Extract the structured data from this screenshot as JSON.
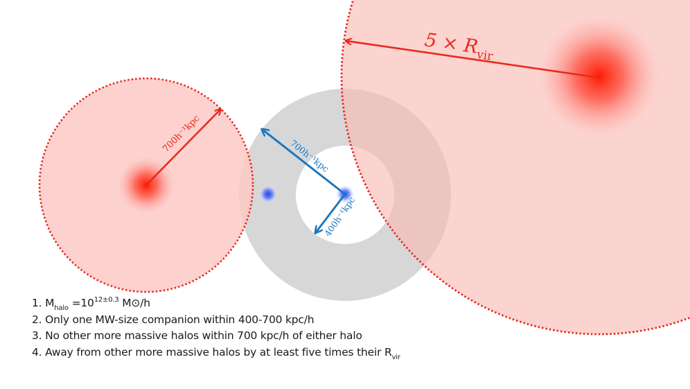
{
  "colors": {
    "red": "#e8291c",
    "red_fill": "#fbc9c5",
    "gray_fill": "#bdbdbd",
    "blue": "#1c78c0",
    "blue_core": "#1f3ff0"
  },
  "labels": {
    "big_radius": "5 × R",
    "big_radius_sub": "vir",
    "left_radius": "700h⁻¹kpc",
    "ring_outer_radius": "700h⁻¹kpc",
    "ring_inner_radius": "400h⁻¹kpc"
  },
  "criteria": {
    "item1": {
      "prefix": "1. M",
      "sub": "halo",
      "mid": " =10",
      "sup": "12±0.3",
      "suffix": " M⊙/h"
    },
    "item2": "2. Only one MW-size companion within 400-700 kpc/h",
    "item3": "3. No other more massive halos within 700 kpc/h of either halo",
    "item4": {
      "text": "4. Away from other more massive halos by at least five times their R",
      "sub": "vir"
    }
  }
}
